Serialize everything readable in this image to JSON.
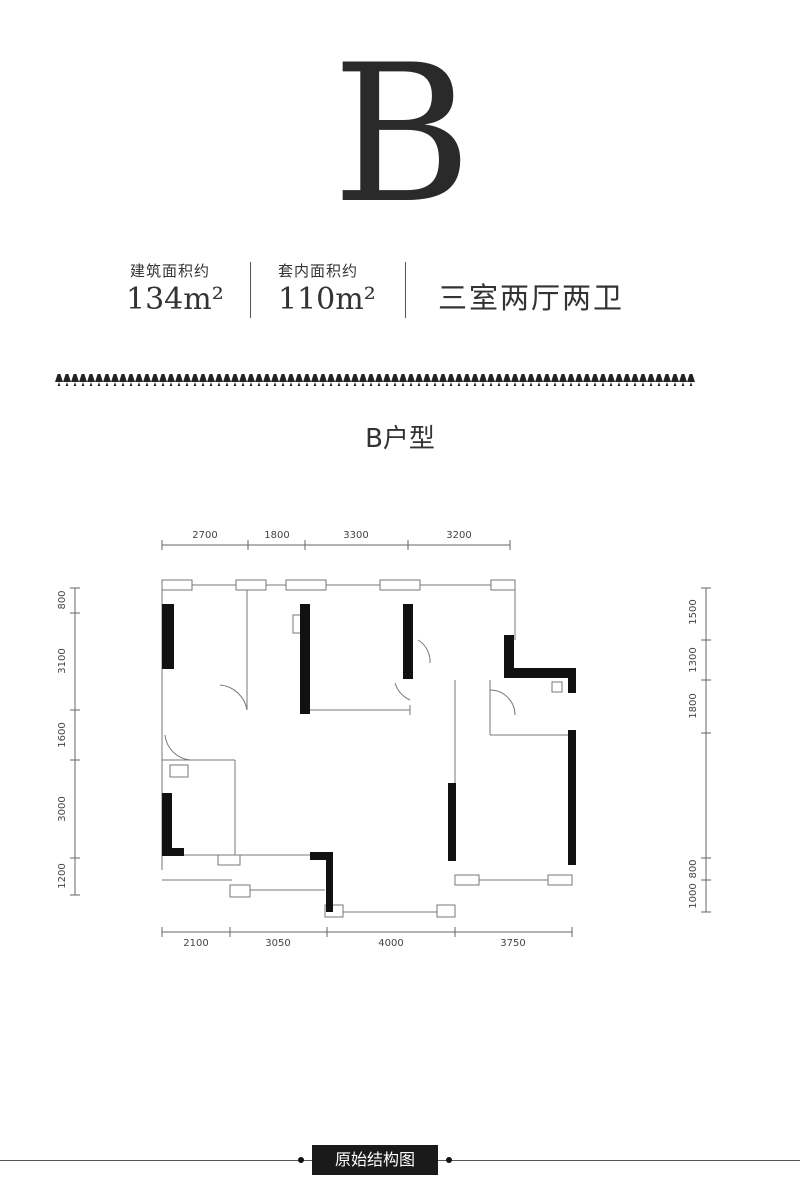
{
  "unit_type_letter": "B",
  "stats": [
    {
      "label": "建筑面积约",
      "value": "134",
      "unit": "m²"
    },
    {
      "label": "套内面积约",
      "value": "110",
      "unit": "m²"
    }
  ],
  "layout": "三室两厅两卫",
  "plan_title": "B户型",
  "dimensions": {
    "top": [
      "2700",
      "1800",
      "3300",
      "3200"
    ],
    "bottom": [
      "2100",
      "3050",
      "4000",
      "3750"
    ],
    "left": [
      "800",
      "3100",
      "1600",
      "3000",
      "1200"
    ],
    "right": [
      "1500",
      "1300",
      "1800",
      "800",
      "1000"
    ]
  },
  "footer_label": "原始结构图"
}
